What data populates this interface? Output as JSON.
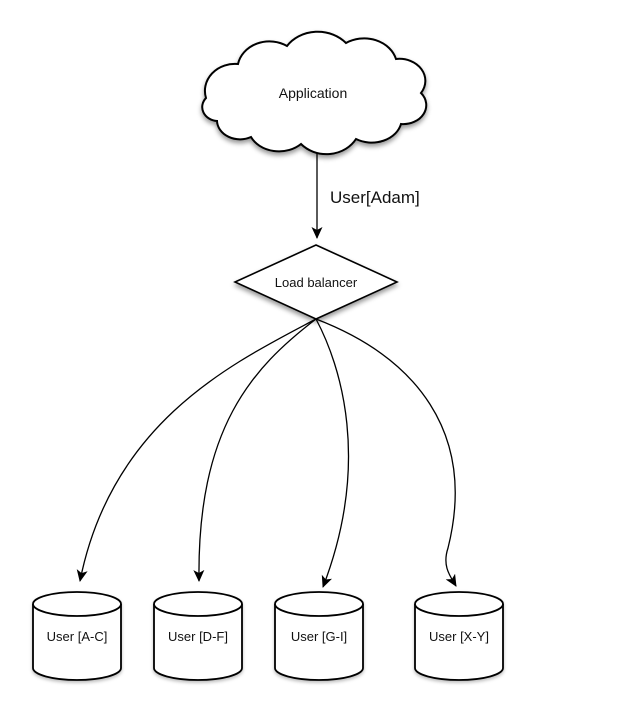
{
  "colors": {
    "background": "#ffffff",
    "shape_fill": "#ffffff",
    "line_color": "#000000",
    "text_color": "#111111"
  },
  "diagram": {
    "application": {
      "label": "Application",
      "shape": "cloud"
    },
    "edge_app_to_balancer": {
      "label": "User[Adam]"
    },
    "load_balancer": {
      "label": "Load balancer",
      "shape": "diamond"
    },
    "databases": [
      {
        "label": "User [A-C]",
        "shape": "cylinder"
      },
      {
        "label": "User [D-F]",
        "shape": "cylinder"
      },
      {
        "label": "User [G-I]",
        "shape": "cylinder"
      },
      {
        "label": "User [X-Y]",
        "shape": "cylinder"
      }
    ]
  }
}
